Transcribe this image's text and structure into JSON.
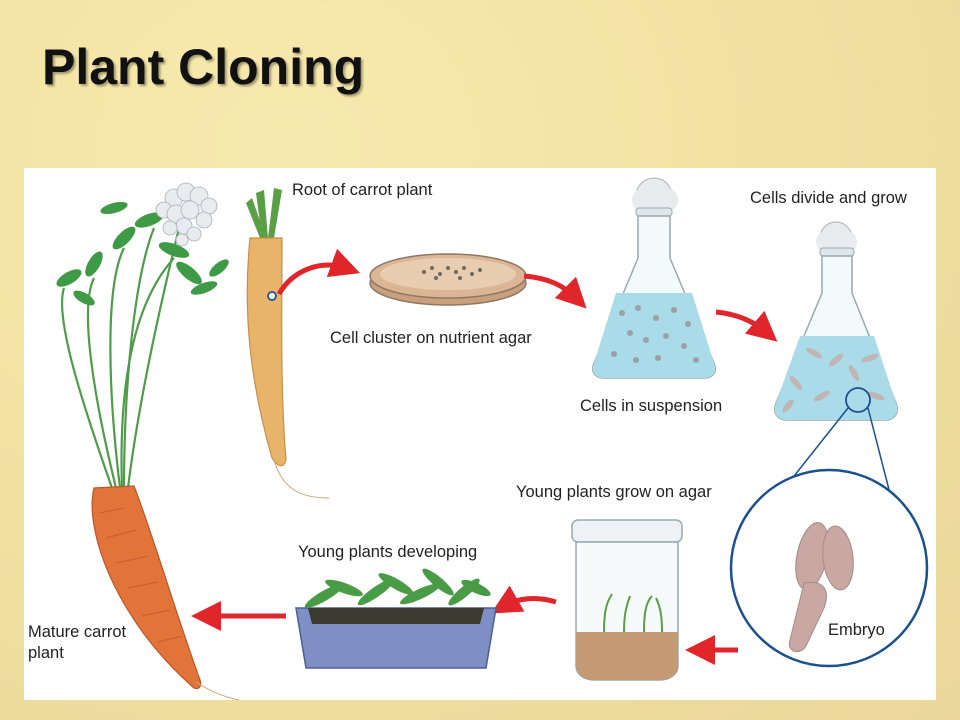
{
  "slide": {
    "title": "Plant Cloning"
  },
  "labels": {
    "root": "Root of carrot plant",
    "cell_cluster": "Cell cluster on nutrient agar",
    "suspension": "Cells in suspension",
    "divide_grow": "Cells divide and grow",
    "embryo": "Embryo",
    "young_agar": "Young plants grow on agar",
    "developing": "Young plants developing",
    "mature_line1": "Mature carrot",
    "mature_line2": "plant"
  },
  "colors": {
    "arrow": "#e0252b",
    "carrot": "#e2743a",
    "root": "#e8b46a",
    "leaf": "#3f9a46",
    "liquid": "#a9dbe8",
    "zoom_circle": "#1b4f8f",
    "embryo": "#c9a7a3"
  }
}
